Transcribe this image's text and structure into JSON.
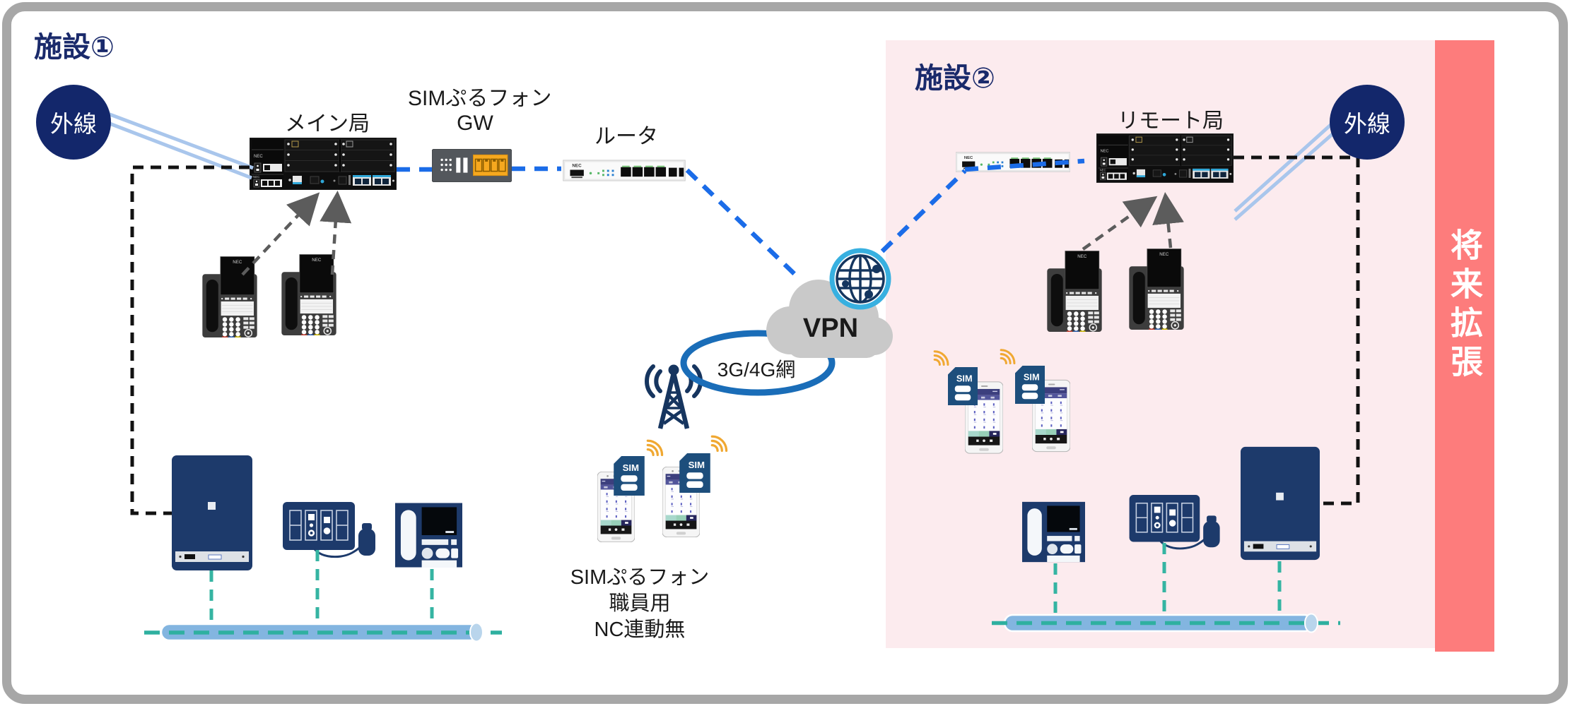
{
  "facility1": {
    "title": "施設①",
    "external_line": "外線",
    "main_station": "メイン局",
    "gw_line1": "SIMぷるフォン",
    "gw_line2": "GW",
    "router": "ルータ"
  },
  "facility2": {
    "title": "施設②",
    "remote_station": "リモート局",
    "external_line": "外線"
  },
  "future": {
    "label": "将来拡張"
  },
  "network": {
    "vpn": "VPN",
    "mobile": "3G/4G網"
  },
  "caption": {
    "line1": "SIMぷるフォン",
    "line2": "職員用",
    "line3": "NC連動無"
  },
  "brand": {
    "nec": "NEC",
    "sim": "SIM"
  },
  "colors": {
    "title_navy": "#1a2a6b",
    "circle_navy": "#13276b",
    "facility2_bg": "#fcebee",
    "band_red": "#fd7c7c",
    "blue_dash": "#1b6ce8",
    "light_blue_pair": "#a9c6ec",
    "gray_dash": "#5c5c5c",
    "black_dash": "#121212",
    "teal_dash": "#35b4a2",
    "pipe_blue": "#83b5e0",
    "device_navy": "#1d3a6b",
    "cloud_gray": "#c9c9c9",
    "ellipse_blue": "#1a6db8",
    "signal_orange": "#f0a832",
    "gw_orange": "#f6a81f"
  }
}
